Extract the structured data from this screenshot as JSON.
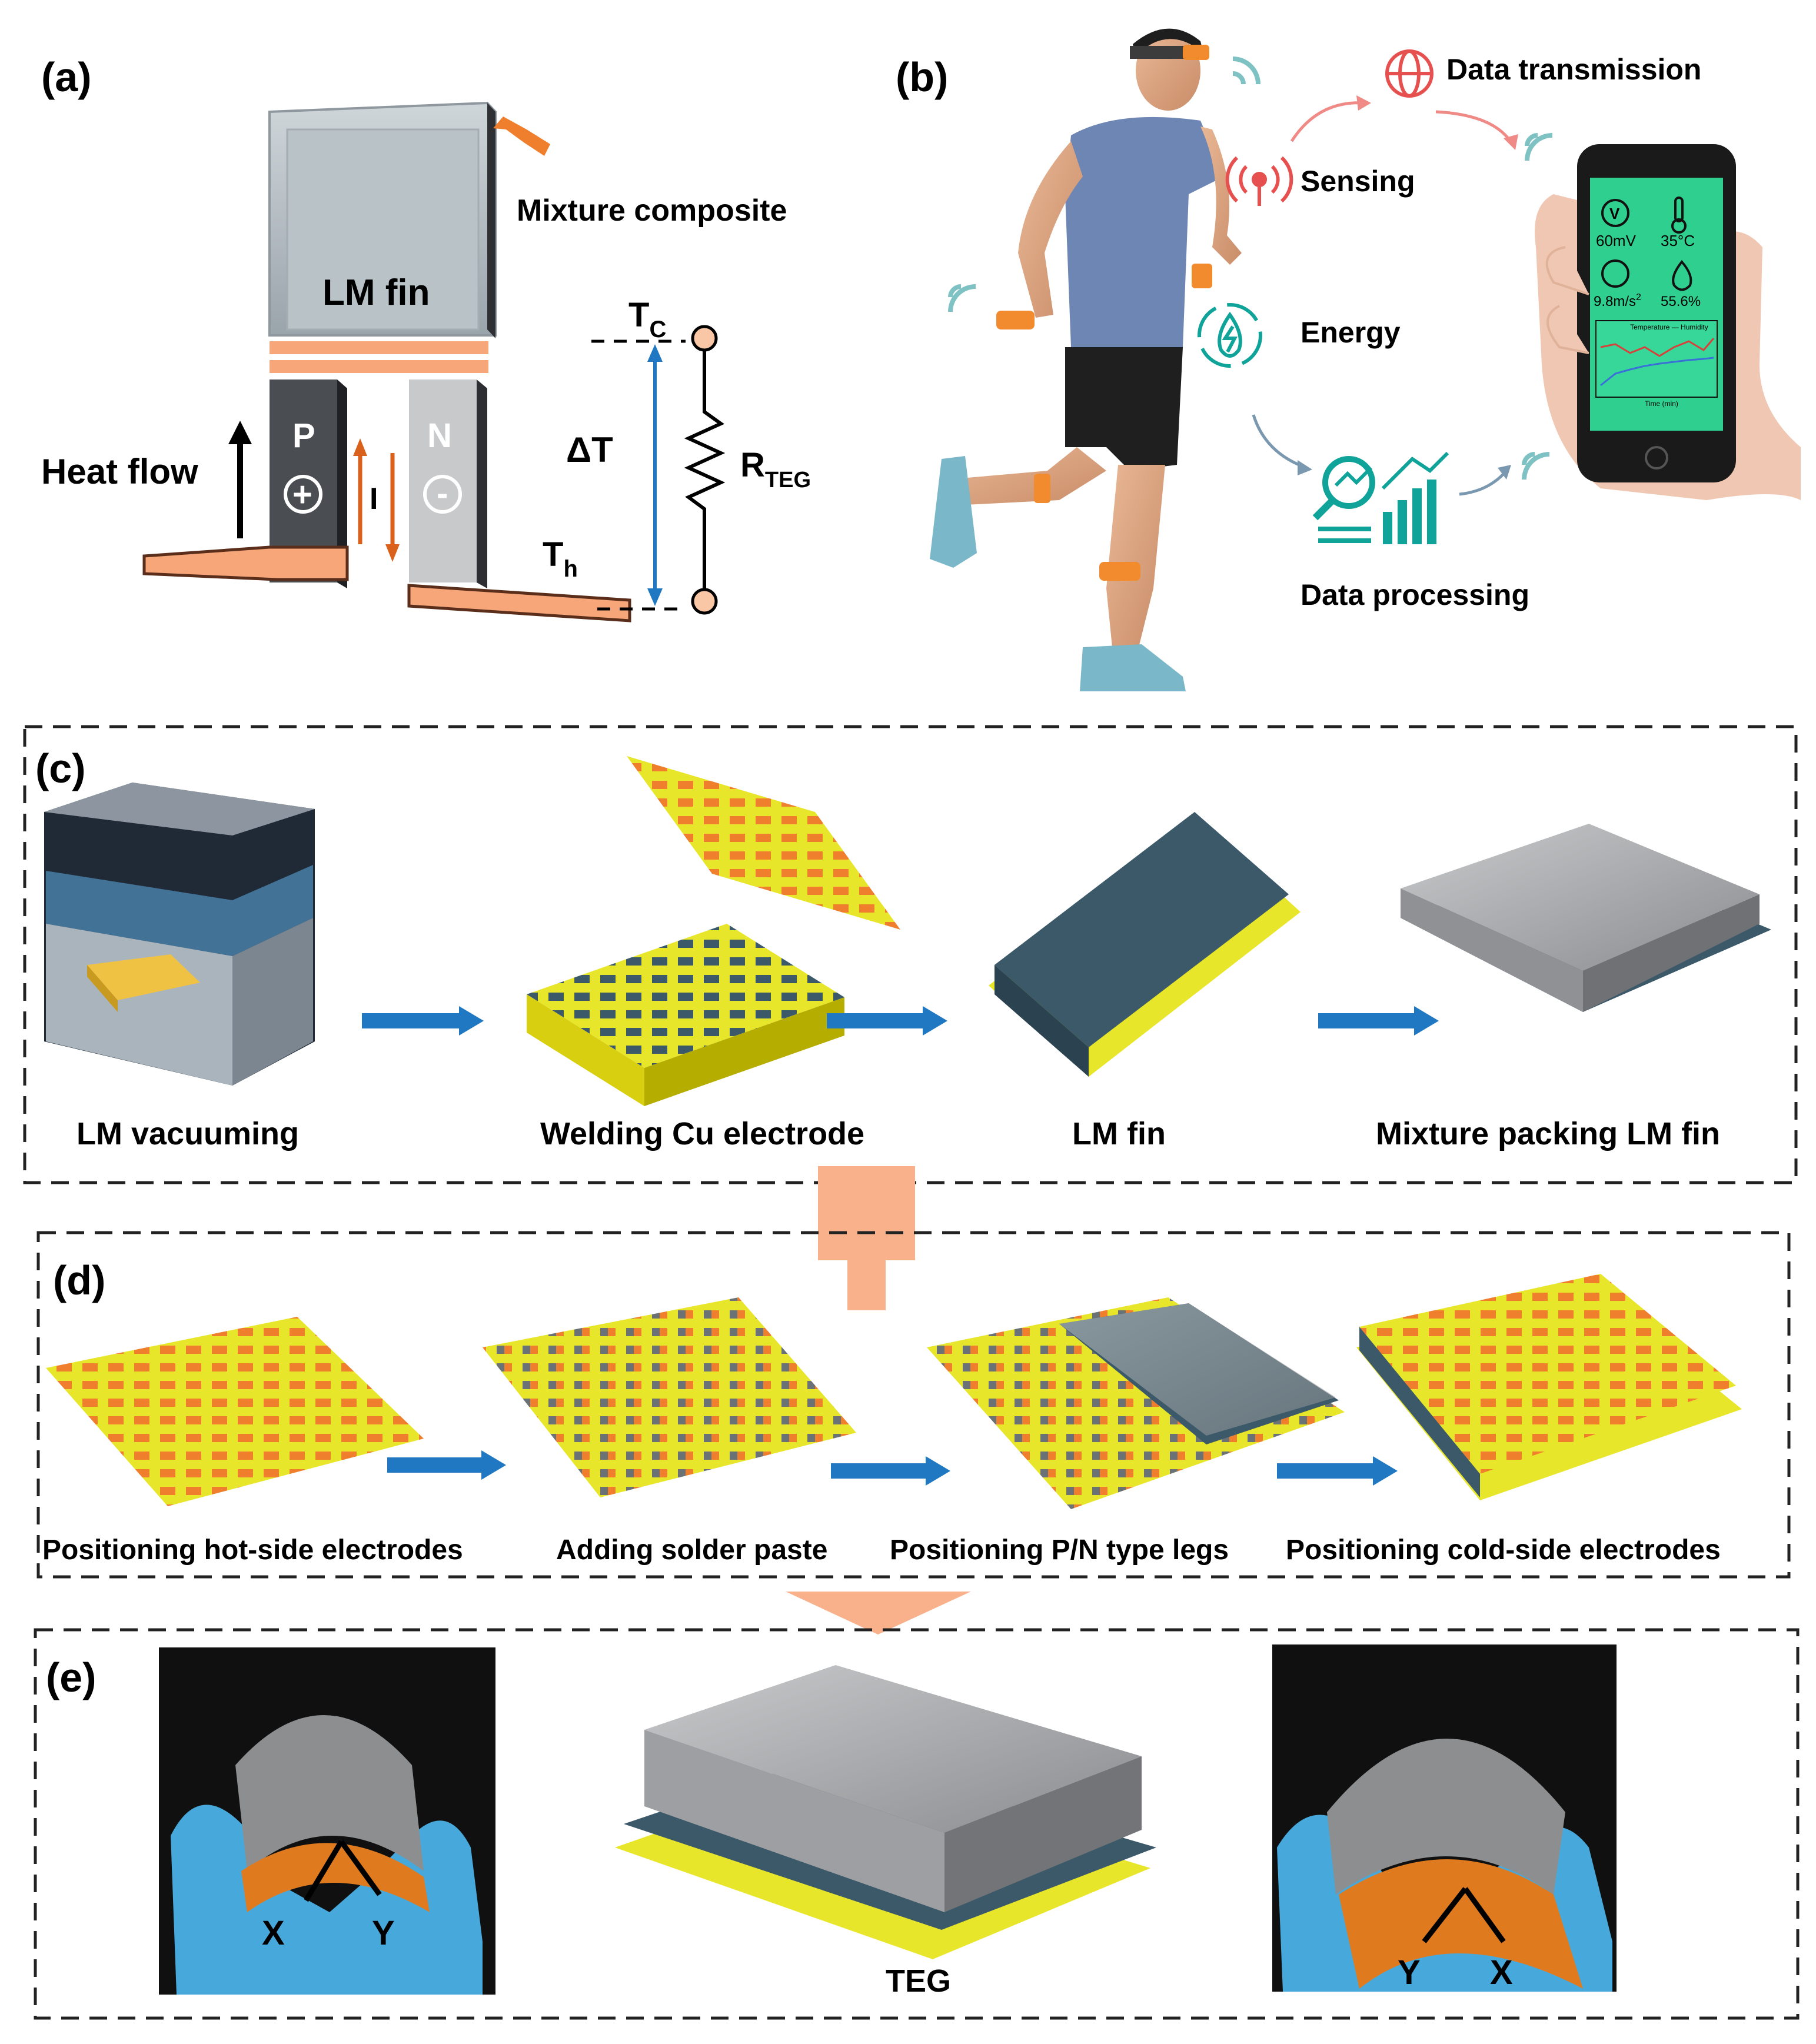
{
  "panel_a": {
    "tag": "(a)",
    "fin_label": "LM fin",
    "composite_label": "Mixture composite",
    "p_label": "P",
    "n_label": "N",
    "plus": "+",
    "minus": "-",
    "heat_flow": "Heat flow",
    "current": "I",
    "th_main": "T",
    "th_sub": "h",
    "tc_main": "T",
    "tc_sub": "C",
    "delta_t": "ΔT",
    "r_main": "R",
    "r_sub": "TEG"
  },
  "panel_b": {
    "tag": "(b)",
    "data_transmission": "Data transmission",
    "sensing": "Sensing",
    "energy": "Energy",
    "data_processing": "Data processing",
    "phone": {
      "voltage": "60mV",
      "temperature": "35°C",
      "accel_value": "9.8m/s",
      "accel_exp": "2",
      "humidity": "55.6%",
      "voltage_icon": "V",
      "chart_legend": "Temperature — Humidity",
      "chart_xlabel": "Time (min)"
    },
    "colors": {
      "accent_teal": "#0fa39a",
      "accent_red": "#e6504e",
      "screen_green": "#2fd08f"
    }
  },
  "panel_c": {
    "tag": "(c)",
    "steps": [
      "LM vacuuming",
      "Welding Cu electrode",
      "LM fin",
      "Mixture packing LM fin"
    ]
  },
  "panel_d": {
    "tag": "(d)",
    "steps": [
      "Positioning hot-side electrodes",
      "Adding solder paste",
      "Positioning P/N type legs",
      "Positioning cold-side electrodes"
    ]
  },
  "panel_e": {
    "tag": "(e)",
    "center_label": "TEG",
    "left_axes": [
      "X",
      "Y"
    ],
    "right_axes": [
      "Y",
      "X"
    ]
  },
  "colors": {
    "arrow_blue": "#1f78c1",
    "connector_orange": "#f8b18b",
    "copper": "#f07f2d",
    "substrate_yellow": "#e8e62a",
    "leg_gray": "#9a9b9e",
    "dark_teal": "#3b5968"
  }
}
